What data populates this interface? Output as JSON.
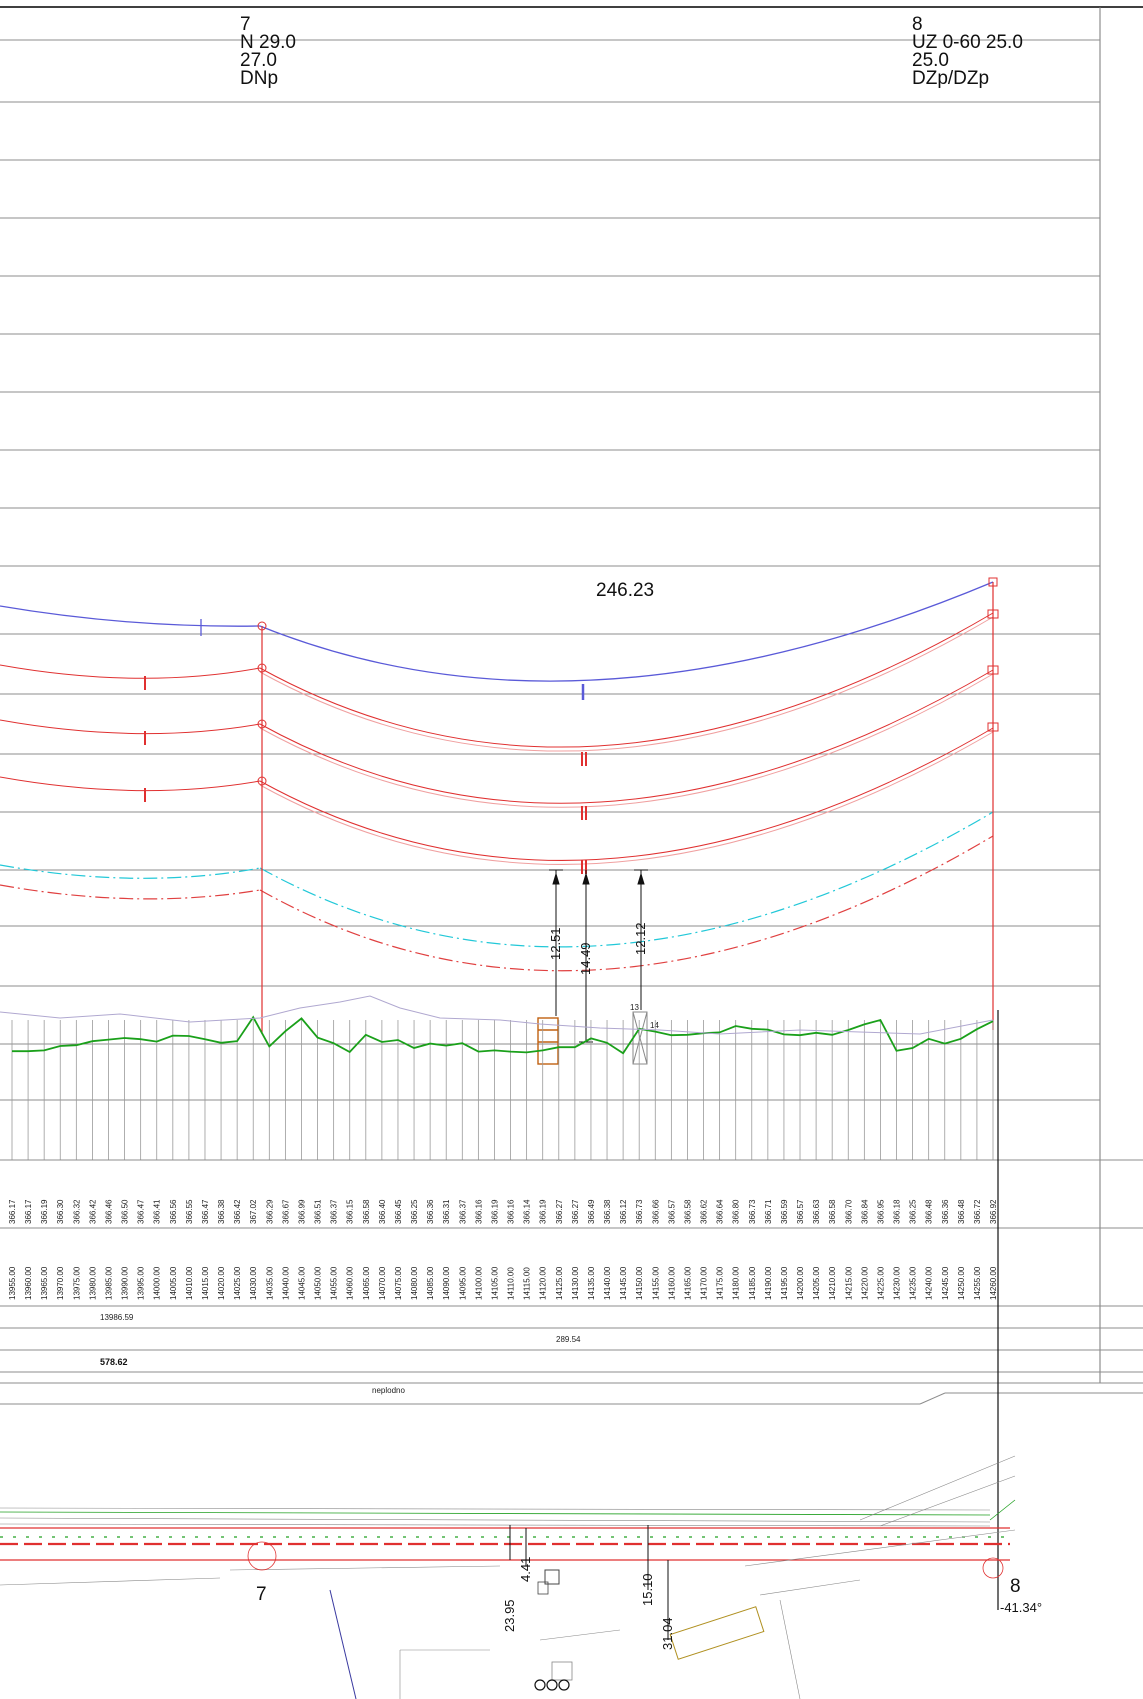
{
  "towers": {
    "left": {
      "number": "7",
      "lines": [
        "N 29.0",
        "27.0",
        "DNp"
      ]
    },
    "right": {
      "number": "8",
      "lines": [
        "UZ 0-60 25.0",
        "25.0",
        "DZp/DZp"
      ]
    }
  },
  "span": {
    "length_label": "246.23"
  },
  "clearances": [
    "12.51",
    "14.49",
    "12.12"
  ],
  "object_labels": [
    "13",
    "14"
  ],
  "elevations": [
    "366.17",
    "366.17",
    "366.19",
    "366.30",
    "366.32",
    "366.42",
    "366.46",
    "366.50",
    "366.47",
    "366.41",
    "366.56",
    "366.55",
    "366.47",
    "366.38",
    "366.42",
    "367.02",
    "366.29",
    "366.67",
    "366.99",
    "366.51",
    "366.37",
    "366.15",
    "366.58",
    "366.40",
    "366.45",
    "366.25",
    "366.36",
    "366.31",
    "366.37",
    "366.16",
    "366.19",
    "366.16",
    "366.14",
    "366.19",
    "366.27",
    "366.27",
    "366.49",
    "366.38",
    "366.12",
    "366.73",
    "366.66",
    "366.57",
    "366.58",
    "366.62",
    "366.64",
    "366.80",
    "366.73",
    "366.71",
    "366.59",
    "366.57",
    "366.63",
    "366.58",
    "366.70",
    "366.84",
    "366.95",
    "366.18",
    "366.25",
    "366.48",
    "366.36",
    "366.48",
    "366.72",
    "366.92"
  ],
  "chainages": [
    "13955.00",
    "13960.00",
    "13965.00",
    "13970.00",
    "13975.00",
    "13980.00",
    "13985.00",
    "13990.00",
    "13995.00",
    "14000.00",
    "14005.00",
    "14010.00",
    "14015.00",
    "14020.00",
    "14025.00",
    "14030.00",
    "14035.00",
    "14040.00",
    "14045.00",
    "14050.00",
    "14055.00",
    "14060.00",
    "14065.00",
    "14070.00",
    "14075.00",
    "14080.00",
    "14085.00",
    "14090.00",
    "14095.00",
    "14100.00",
    "14105.00",
    "14110.00",
    "14115.00",
    "14120.00",
    "14125.00",
    "14130.00",
    "14135.00",
    "14140.00",
    "14145.00",
    "14150.00",
    "14155.00",
    "14160.00",
    "14165.00",
    "14170.00",
    "14175.00",
    "14180.00",
    "14185.00",
    "14190.00",
    "14195.00",
    "14200.00",
    "14205.00",
    "14210.00",
    "14215.00",
    "14220.00",
    "14225.00",
    "14230.00",
    "14235.00",
    "14240.00",
    "14245.00",
    "14250.00",
    "14255.00",
    "14260.00"
  ],
  "bands": {
    "station_tower_7": "13986.59",
    "span_mid": "289.54",
    "cumulative": "578.62",
    "land_use": "neplodno"
  },
  "plan": {
    "tower_left_label": "7",
    "tower_right_label": "8",
    "angle": "-41.34°",
    "distances": [
      "23.95",
      "4.41",
      "15.10",
      "31.04"
    ]
  },
  "colors": {
    "earth_wire": "#5a5ad8",
    "phase_conductor": "#e03030",
    "clearance_cyan": "#22c8d8",
    "clearance_red": "#e04040",
    "terrain": "#1aa01a",
    "grid": "#9a9a9a",
    "building_orange": "#c06010"
  }
}
